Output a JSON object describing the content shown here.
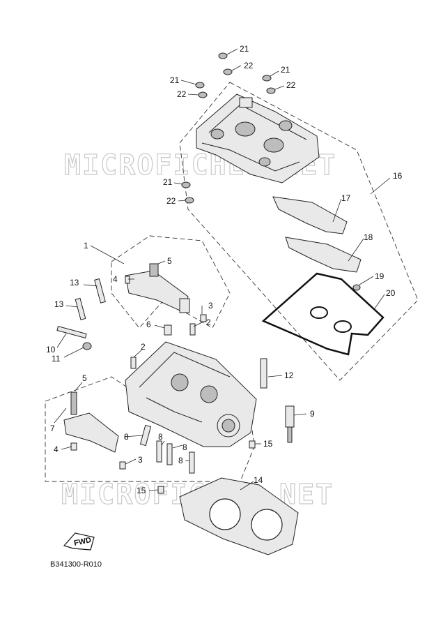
{
  "watermark": {
    "text": "MICROFICHES.NET",
    "count": 2
  },
  "diagram_code": "B341300-R010",
  "fwd_label": "FWD",
  "callouts": {
    "c1": "1",
    "c2a": "2",
    "c2b": "2",
    "c3a": "3",
    "c3b": "3",
    "c4a": "4",
    "c4b": "4",
    "c5a": "5",
    "c5b": "5",
    "c6": "6",
    "c7": "7",
    "c8a": "8",
    "c8b": "8",
    "c8c": "8",
    "c8d": "8",
    "c9": "9",
    "c10": "10",
    "c11": "11",
    "c12": "12",
    "c13a": "13",
    "c13b": "13",
    "c14": "14",
    "c15a": "15",
    "c15b": "15",
    "c16": "16",
    "c17": "17",
    "c18": "18",
    "c19": "19",
    "c20": "20",
    "c21a": "21",
    "c21b": "21",
    "c21c": "21",
    "c21d": "21",
    "c22a": "22",
    "c22b": "22",
    "c22c": "22",
    "c22d": "22"
  }
}
